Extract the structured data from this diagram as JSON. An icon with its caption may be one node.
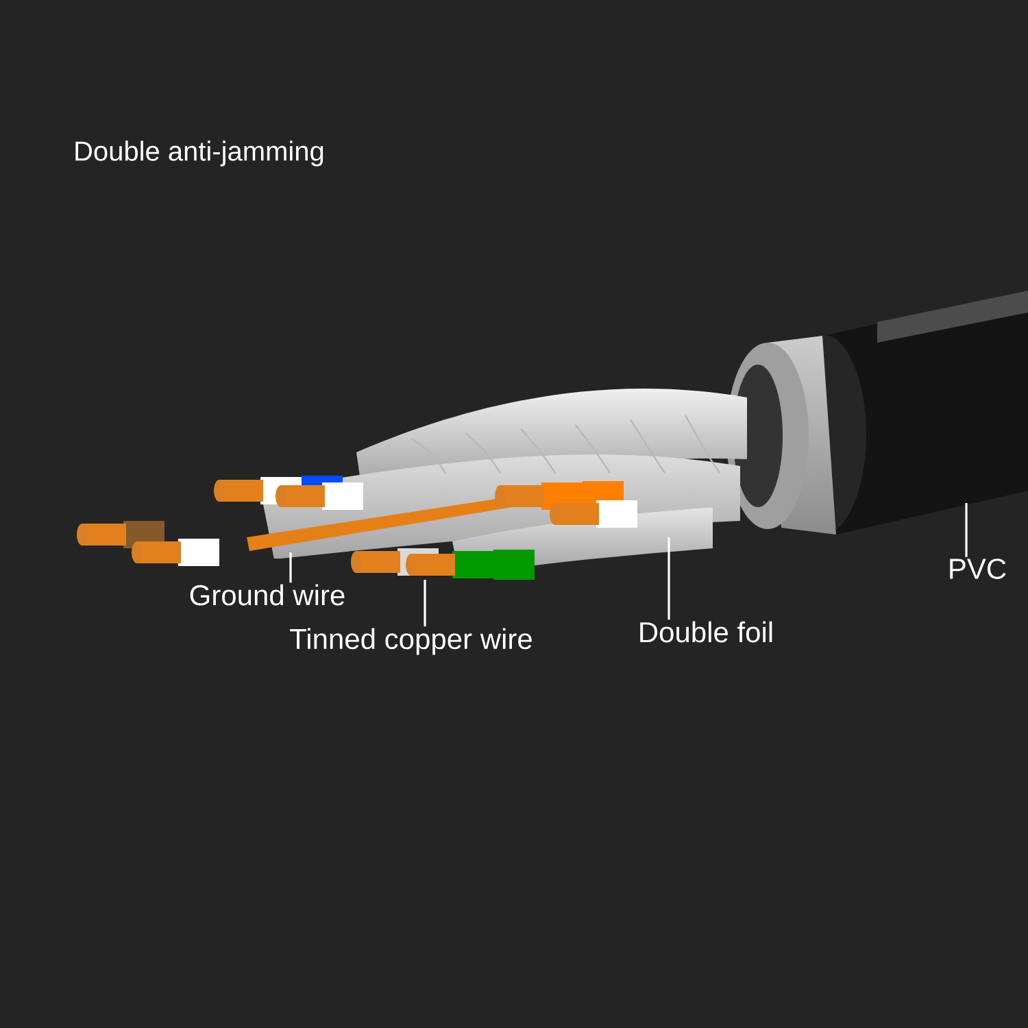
{
  "diagram": {
    "title": "Double anti-jamming",
    "nodes": [
      {
        "text": [
          "Ground wire"
        ]
      },
      {
        "text": [
          "Tinned copper wire"
        ]
      },
      {
        "text": [
          "Double foil"
        ]
      },
      {
        "text": [
          "PVC"
        ]
      }
    ],
    "edges": [
      {
        "from": 0,
        "to": null,
        "arrow": "none"
      },
      {
        "from": 1,
        "to": null,
        "arrow": "none"
      },
      {
        "from": 2,
        "to": null,
        "arrow": "none"
      },
      {
        "from": 3,
        "to": null,
        "arrow": "none"
      }
    ]
  }
}
